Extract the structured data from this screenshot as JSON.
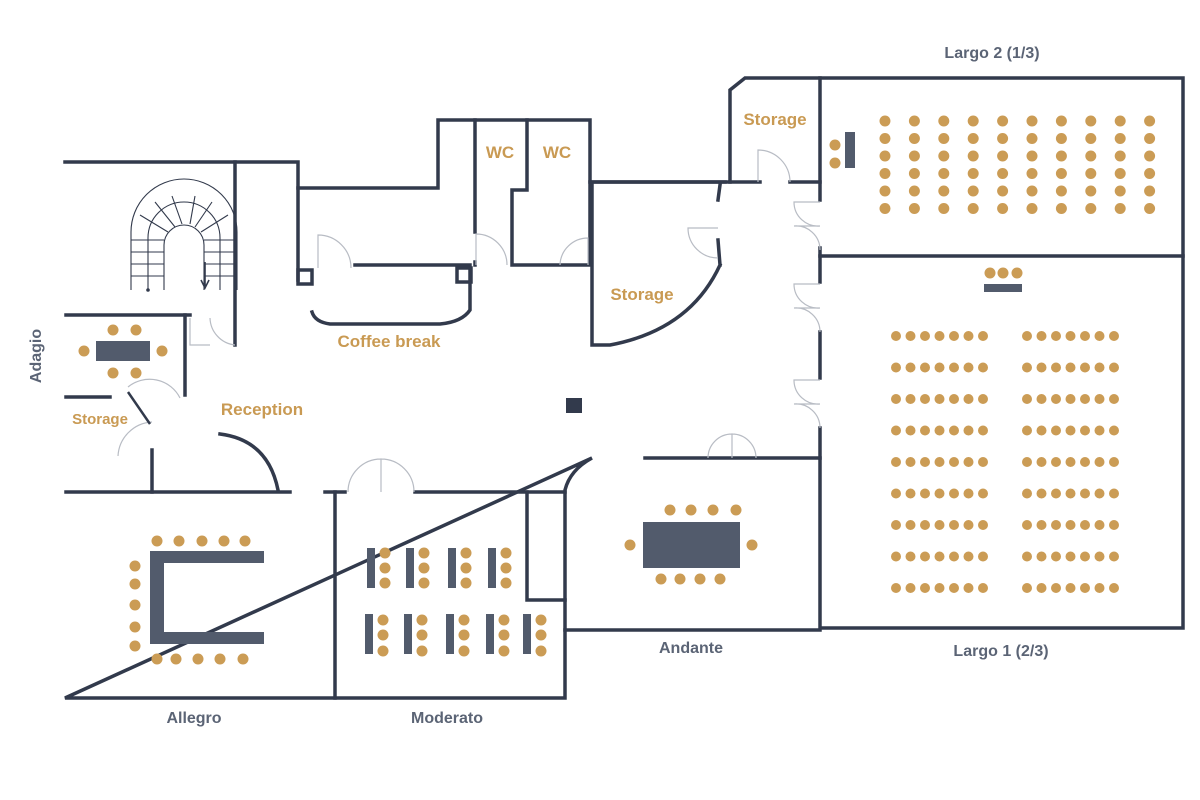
{
  "floor_plan": {
    "rooms": {
      "largo2": "Largo 2 (1/3)",
      "largo1": "Largo 1  (2/3)",
      "andante": "Andante",
      "moderato": "Moderato",
      "allegro": "Allegro",
      "adagio": "Adagio"
    },
    "zones": {
      "storage_top_right": "Storage",
      "wc_left": "WC",
      "wc_right": "WC",
      "storage_middle": "Storage",
      "coffee_break": "Coffee break",
      "reception": "Reception",
      "storage_left": "Storage"
    },
    "colors": {
      "wall": "#323a4c",
      "table": "#525b6c",
      "chair": "#cb9c55",
      "room_label": "#5b6475",
      "zone_label": "#c99a53"
    }
  }
}
